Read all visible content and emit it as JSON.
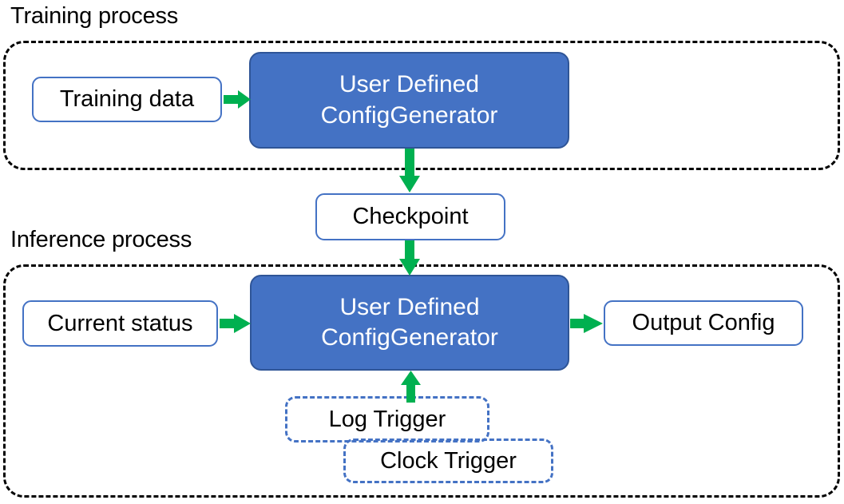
{
  "diagram": {
    "title_training": "Training process",
    "title_inference": "Inference process",
    "colors": {
      "process_fill": "#4472C4",
      "process_border": "#2F5597",
      "node_border": "#4472C4",
      "arrow": "#00B050",
      "group_border": "#000000",
      "text_dark": "#000000",
      "text_light": "#FFFFFF",
      "background": "#FFFFFF"
    },
    "training_group": {
      "label": "Training process",
      "nodes": {
        "training_data": "Training data",
        "generator_line1": "User Defined",
        "generator_line2": "ConfigGenerator"
      }
    },
    "checkpoint": {
      "label": "Checkpoint"
    },
    "inference_group": {
      "label": "Inference process",
      "nodes": {
        "current_status": "Current status",
        "generator_line1": "User Defined",
        "generator_line2": "ConfigGenerator",
        "output_config": "Output Config",
        "log_trigger": "Log Trigger",
        "clock_trigger": "Clock Trigger"
      }
    },
    "edges": [
      {
        "from": "Training data",
        "to": "User Defined ConfigGenerator",
        "direction": "right"
      },
      {
        "from": "User Defined ConfigGenerator",
        "to": "Checkpoint",
        "direction": "down"
      },
      {
        "from": "Checkpoint",
        "to": "User Defined ConfigGenerator",
        "direction": "down"
      },
      {
        "from": "Current status",
        "to": "User Defined ConfigGenerator",
        "direction": "right"
      },
      {
        "from": "User Defined ConfigGenerator",
        "to": "Output Config",
        "direction": "right"
      },
      {
        "from": "Log Trigger",
        "to": "User Defined ConfigGenerator",
        "direction": "up"
      }
    ]
  }
}
